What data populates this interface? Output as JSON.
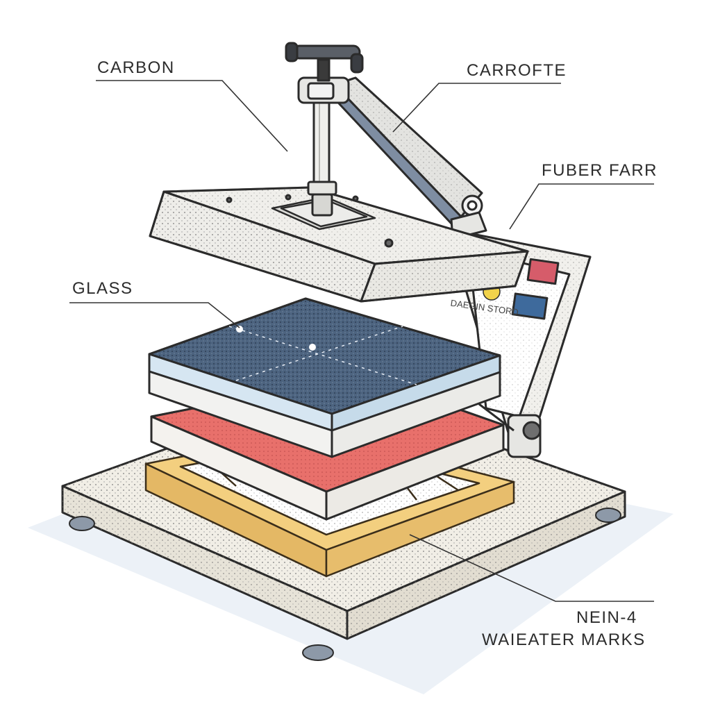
{
  "labels": {
    "carbon": "CARBON",
    "carrofte": "CARROFTE",
    "fuber_farr": "FUBER FARR",
    "glass": "GLASS",
    "nein_4": "NEIN-4",
    "waieater_marks": "WAIEATER MARKS"
  },
  "panel": {
    "text": "DAEGIN STORD"
  },
  "colors": {
    "outline": "#2b2b2b",
    "base": "#f1eee6",
    "metal": "#ecebe7",
    "glass_top": "#4d6480",
    "glass_edge": "#d6e6f2",
    "pad": "#e8706b",
    "frame": "#f3cf7f",
    "panel_red": "#d65c6a",
    "panel_blue": "#3e6a9c",
    "badge_yellow": "#f2d34b",
    "shadow": "#e6ebf4"
  }
}
